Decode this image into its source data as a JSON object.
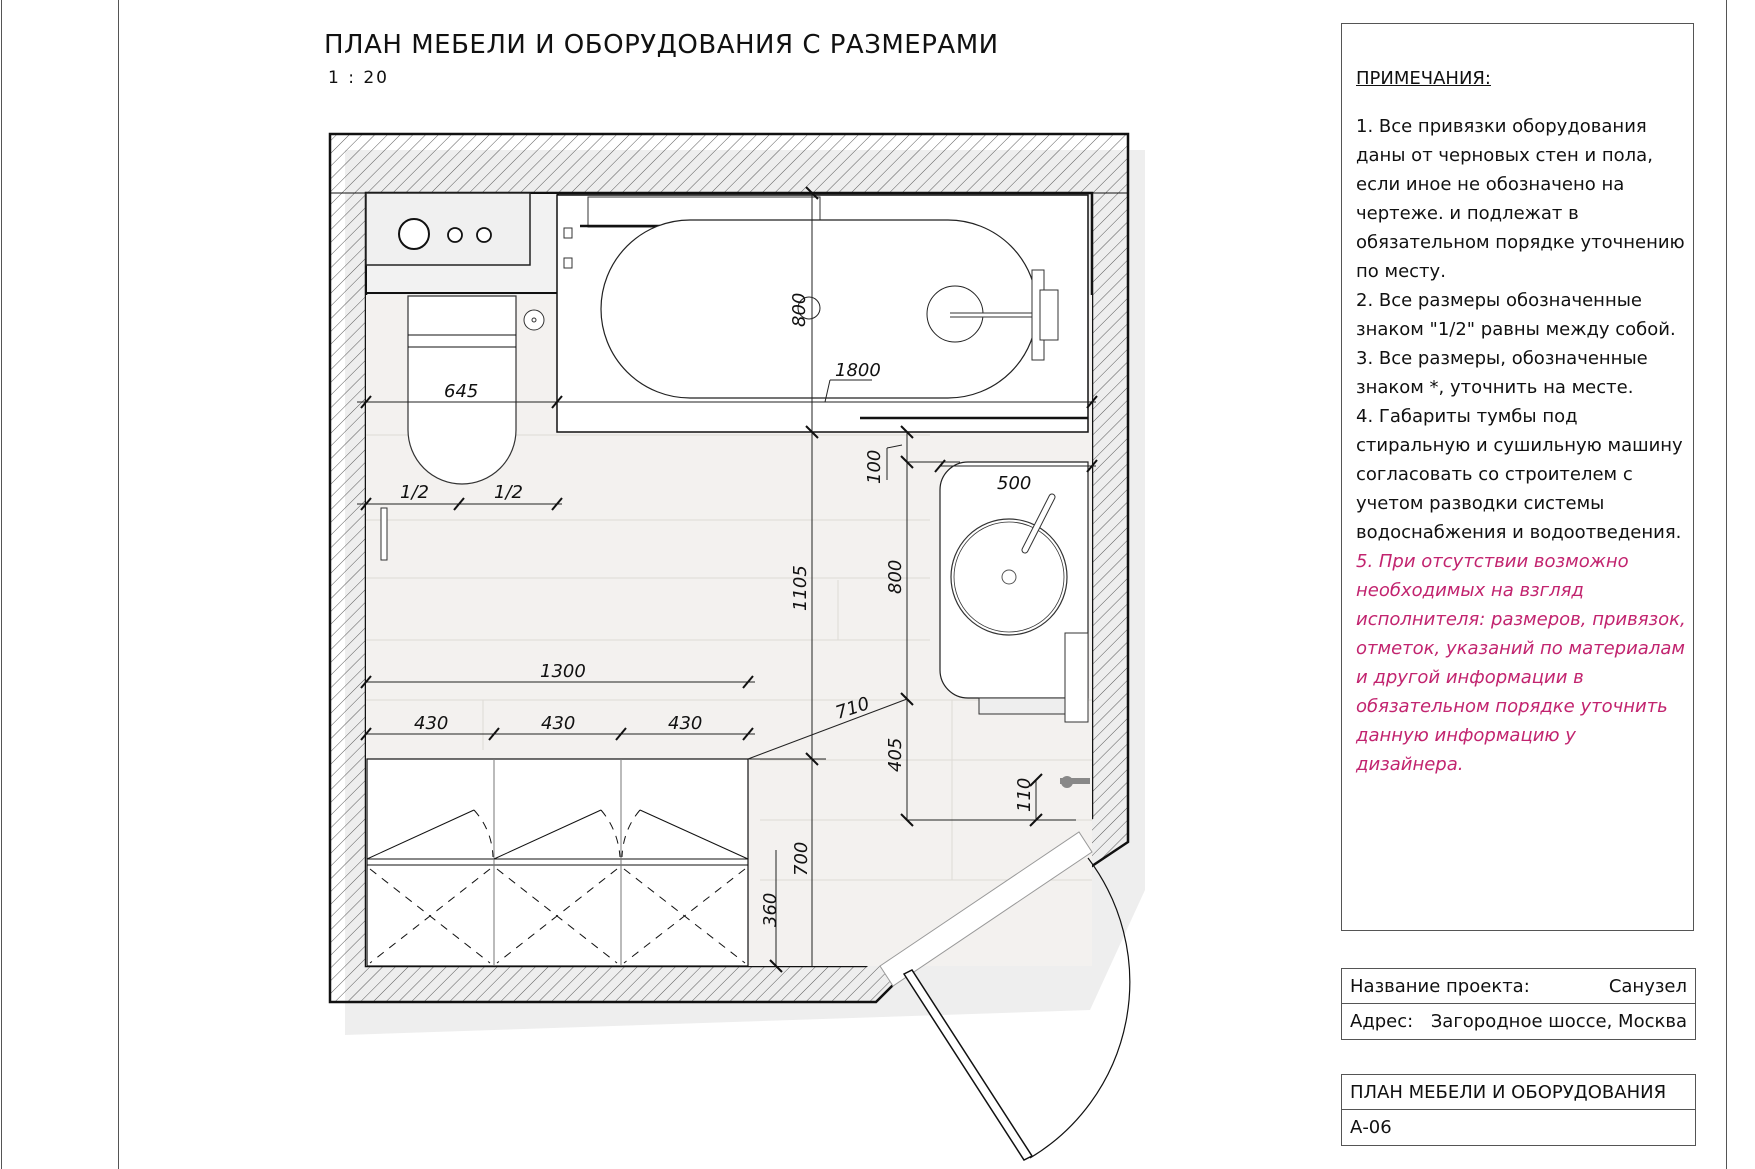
{
  "sheet": {
    "title": "ПЛАН МЕБЕЛИ И ОБОРУДОВАНИЯ С РАЗМЕРАМИ",
    "scale": "1 : 20"
  },
  "plan": {
    "dimensions": {
      "toilet_width": "645",
      "half_left": "1/2",
      "half_right": "1/2",
      "bath_width": "800",
      "bath_length": "1800",
      "gap_100": "100",
      "vanity_depth": "500",
      "vanity_length": "800",
      "central_1105": "1105",
      "cabinet_total": "1300",
      "cabinet_1": "430",
      "cabinet_2": "430",
      "cabinet_3": "430",
      "diagonal_710": "710",
      "dim_405": "405",
      "dim_110": "110",
      "dim_700": "700",
      "dim_360": "360"
    },
    "elements": [
      "wall-hatching",
      "installation-box",
      "toilet",
      "bathtub",
      "bath-mixer",
      "vanity",
      "sink",
      "towel-rail",
      "cabinets",
      "door"
    ]
  },
  "notes": {
    "heading": "ПРИМЕЧАНИЯ:",
    "items": [
      "1. Все привязки оборудования даны от черновых стен и пола, если иное не обозначено на чертеже.  и подлежат в обязательном порядке уточнению по месту.",
      "2. Все размеры обозначенные знаком \"1/2\" равны между собой.",
      "3. Все размеры, обозначенные знаком *, уточнить на месте.",
      "4. Габариты тумбы под стиральную и сушильную машину согласовать со строителем с учетом разводки системы водоснабжения и водоотведения.",
      "5. При отсутствии возможно необходимых на взгляд исполнителя: размеров, привязок,  отметок, указаний по    материалам и другой информации в обязательном порядке уточнить данную информацию у дизайнера."
    ],
    "highlight_color": "#c2246f"
  },
  "title_block": {
    "project_label": "Название проекта:",
    "project_value": "Санузел",
    "address_label": "Адрес:",
    "address_value": "Загородное шоссе, Москва",
    "sheet_name": "ПЛАН МЕБЕЛИ И ОБОРУДОВАНИЯ",
    "sheet_code": "А-06"
  }
}
